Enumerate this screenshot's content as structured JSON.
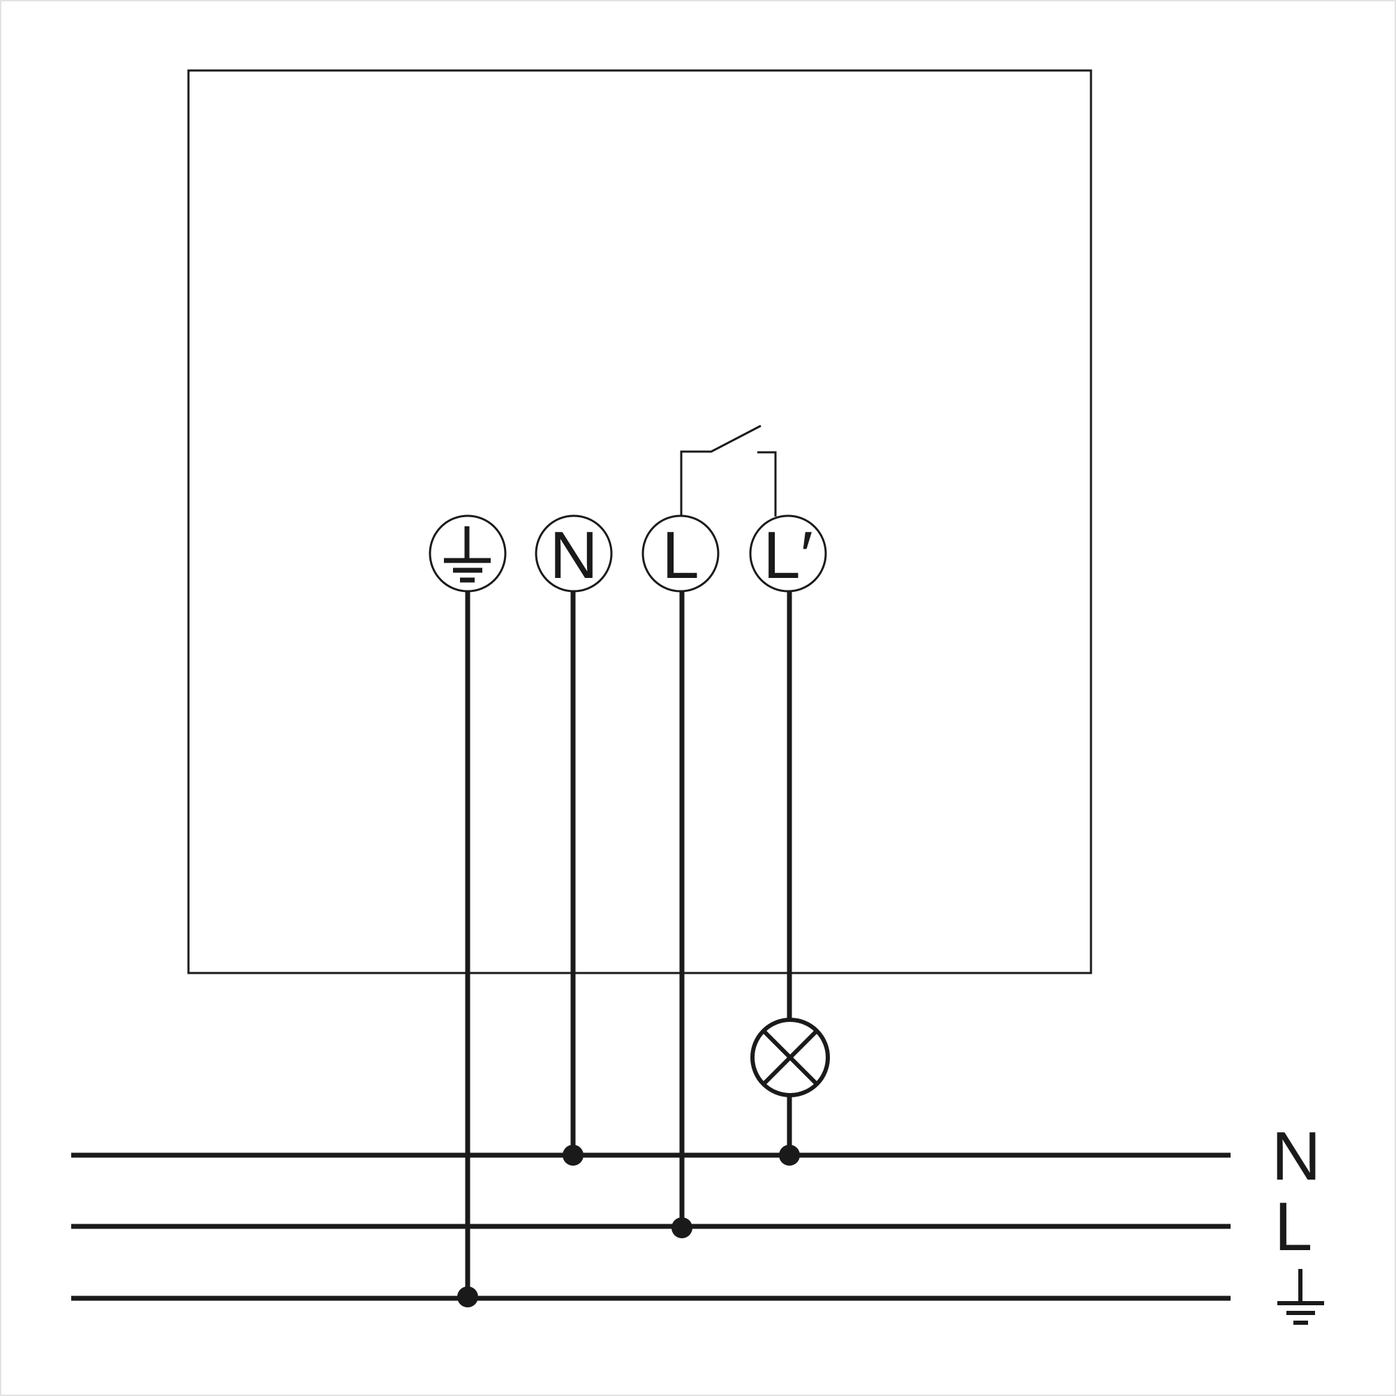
{
  "terminals": [
    {
      "id": "pe",
      "label": "",
      "icon": "ground-icon"
    },
    {
      "id": "n",
      "label": "N"
    },
    {
      "id": "l",
      "label": "L"
    },
    {
      "id": "l_prime",
      "label": "L′"
    }
  ],
  "bus_labels": {
    "n": "N",
    "l": "L",
    "pe_icon": "ground-icon"
  },
  "lamp_icon": "lamp-icon",
  "switch_icon": "switch-contact-icon",
  "colors": {
    "line": "#1a1a1a",
    "background": "#ffffff"
  }
}
